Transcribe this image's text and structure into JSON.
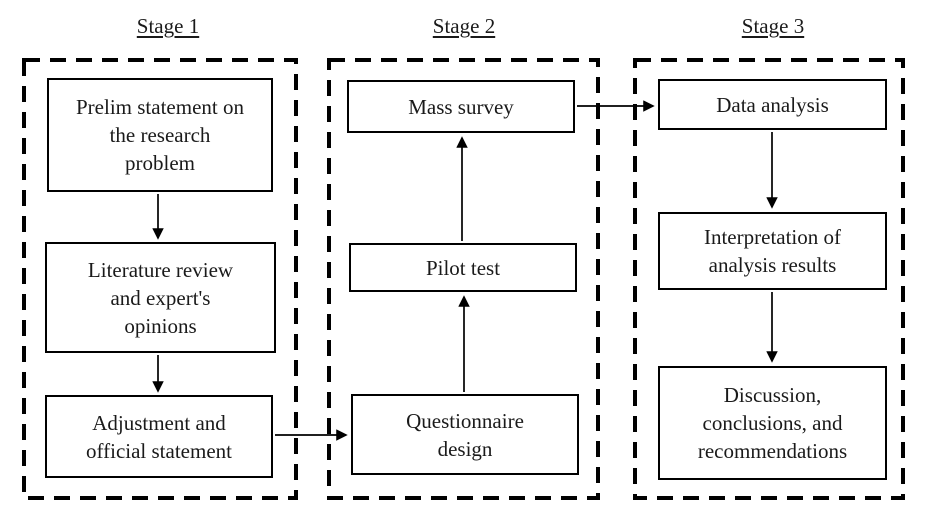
{
  "diagram": {
    "type": "flowchart",
    "colors": {
      "background": "#ffffff",
      "line": "#000000",
      "text": "#1a1a1a",
      "node_fill": "#ffffff"
    },
    "stages": [
      {
        "title": "Stage 1",
        "boxes": [
          {
            "id": "prelim-statement",
            "label": "Prelim statement on\nthe research\nproblem"
          },
          {
            "id": "literature-review",
            "label": "Literature review\nand expert's\nopinions"
          },
          {
            "id": "adjustment",
            "label": "Adjustment and\nofficial statement"
          }
        ]
      },
      {
        "title": "Stage 2",
        "boxes": [
          {
            "id": "mass-survey",
            "label": "Mass survey"
          },
          {
            "id": "pilot-test",
            "label": "Pilot test"
          },
          {
            "id": "questionnaire-design",
            "label": "Questionnaire\ndesign"
          }
        ]
      },
      {
        "title": "Stage 3",
        "boxes": [
          {
            "id": "data-analysis",
            "label": "Data analysis"
          },
          {
            "id": "interpretation",
            "label": "Interpretation of\nanalysis results"
          },
          {
            "id": "discussion",
            "label": "Discussion,\nconclusions, and\nrecommendations"
          }
        ]
      }
    ],
    "connections": [
      {
        "from": "prelim-statement",
        "to": "literature-review",
        "direction": "down"
      },
      {
        "from": "literature-review",
        "to": "adjustment",
        "direction": "down"
      },
      {
        "from": "adjustment",
        "to": "questionnaire-design",
        "direction": "right"
      },
      {
        "from": "questionnaire-design",
        "to": "pilot-test",
        "direction": "up"
      },
      {
        "from": "pilot-test",
        "to": "mass-survey",
        "direction": "up"
      },
      {
        "from": "mass-survey",
        "to": "data-analysis",
        "direction": "right"
      },
      {
        "from": "data-analysis",
        "to": "interpretation",
        "direction": "down"
      },
      {
        "from": "interpretation",
        "to": "discussion",
        "direction": "down"
      }
    ]
  }
}
